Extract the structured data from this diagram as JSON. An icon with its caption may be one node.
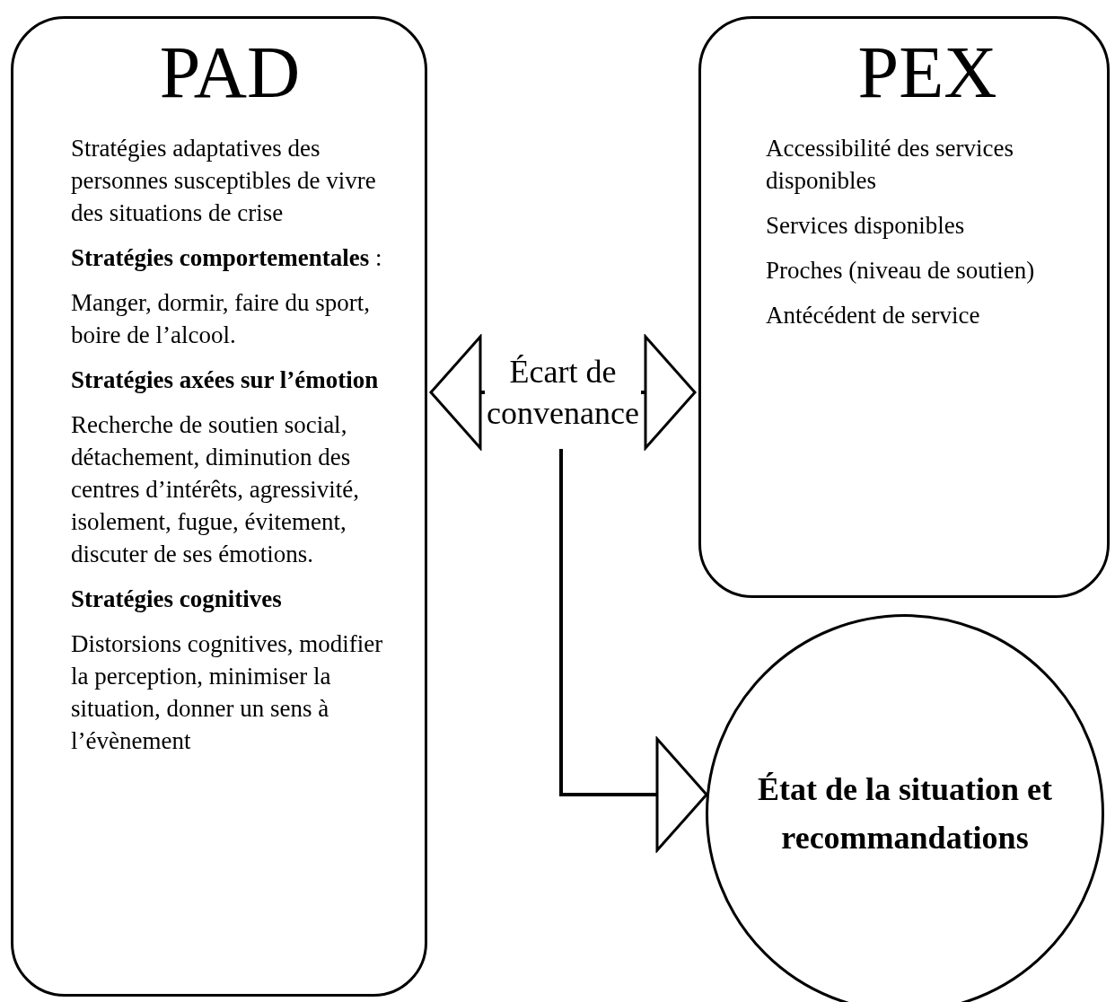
{
  "diagram": {
    "nodes": [
      {
        "text": [
          "PAD",
          "Stratégies adaptatives des personnes susceptibles de vivre des situations de crise",
          "**Stratégies comportementales** :",
          "Manger, dormir, faire du sport, boire de l’alcool.",
          "Stratégies axées sur l’émotion",
          "Recherche de soutien social, détachement, diminution des centres d’intérêts, agressivité, isolement, fugue, évitement, discuter de ses émotions.",
          "Stratégies cognitives",
          "Distorsions cognitives, modifier la perception, minimiser la situation, donner un sens à l’évènement"
        ]
      },
      {
        "text": [
          "PEX",
          "Accessibilité des services disponibles",
          "Services disponibles",
          "Proches (niveau de soutien)",
          "Antécédent de service"
        ]
      },
      {
        "text": [
          "État de la situation et recommandations"
        ]
      }
    ],
    "edges": [
      {
        "from": 0,
        "to": 1,
        "arrow": "both",
        "label": "Écart de convenance"
      },
      {
        "from": null,
        "to": 2,
        "arrow": "to"
      }
    ]
  }
}
